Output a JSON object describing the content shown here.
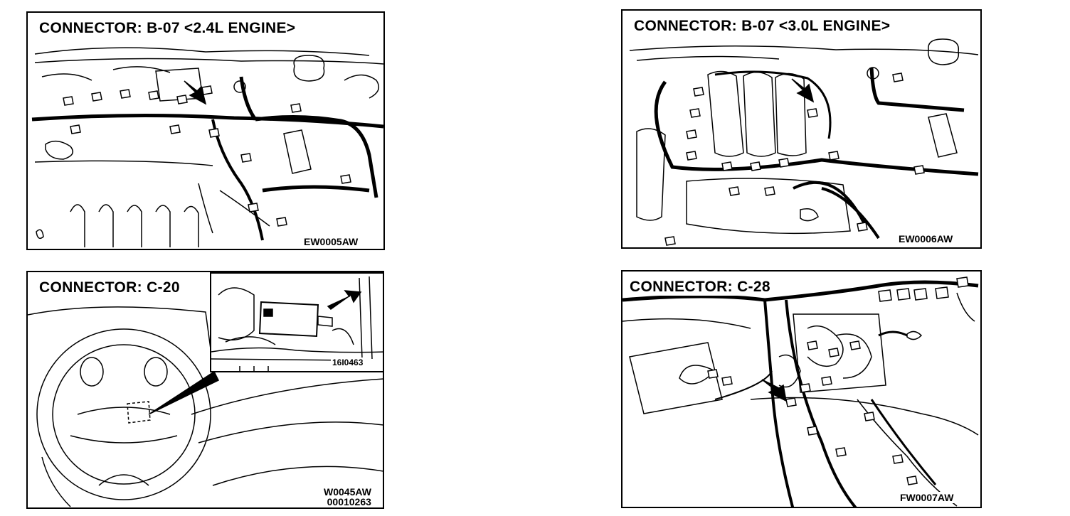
{
  "panels": {
    "b07_24": {
      "title": "CONNECTOR: B-07 <2.4L ENGINE>",
      "code": "EW0005AW"
    },
    "b07_30": {
      "title": "CONNECTOR: B-07 <3.0L ENGINE>",
      "code": "EW0006AW"
    },
    "c20": {
      "title": "CONNECTOR: C-20",
      "inset_code": "16I0463",
      "code_line1": "W0045AW",
      "code_line2": "00010263"
    },
    "c28": {
      "title": "CONNECTOR: C-28",
      "code": "FW0007AW"
    }
  },
  "colors": {
    "line": "#000000",
    "background": "#ffffff"
  }
}
